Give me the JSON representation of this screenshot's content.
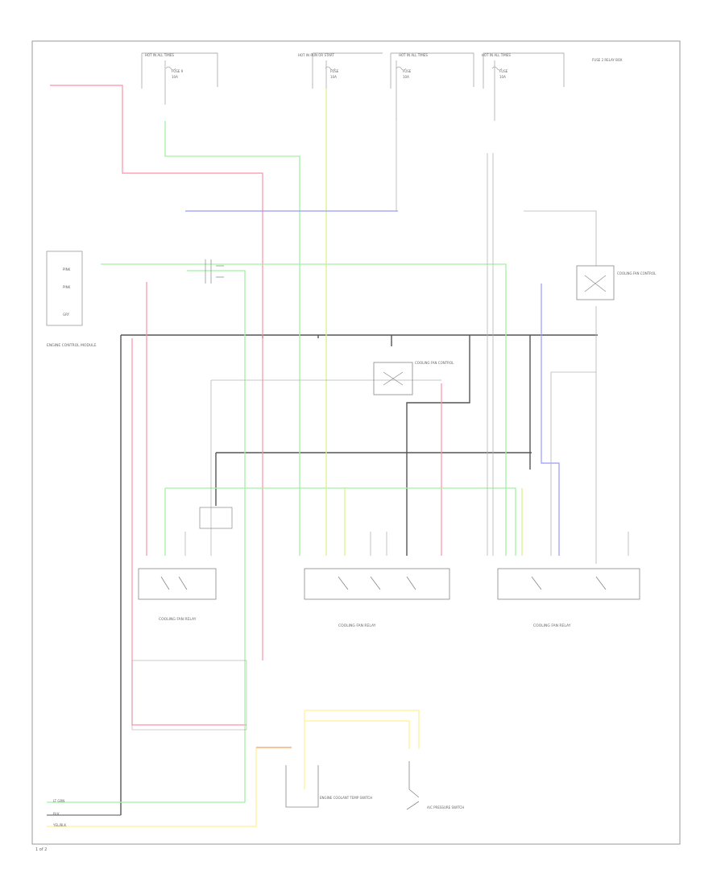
{
  "colors": {
    "frame": "#9a9a9a",
    "wire_red": "#ff8fa6",
    "wire_green": "#a4f1a4",
    "wire_yellow_green": "#d8f08a",
    "wire_blue": "#9999ff",
    "wire_yellow": "#fff3a3",
    "wire_orange": "#f5b07a",
    "wire_black": "#555555",
    "wire_gray": "#b5b5b5",
    "label": "#777777"
  },
  "fuse_boxes": [
    {
      "id": "fuse-1",
      "line1": "HOT IN ALL TIMES",
      "line2": "FUSE 9",
      "line3": "10A"
    },
    {
      "id": "fuse-2",
      "line1": "HOT IN RUN OR START",
      "line2": "FUSE",
      "line3": "10A"
    },
    {
      "id": "fuse-3",
      "line1": "HOT IN ALL TIMES",
      "line2": "FUSE",
      "line3": "10A"
    },
    {
      "id": "fuse-4",
      "line1": "HOT IN ALL TIMES",
      "line2": "FUSE",
      "line3": "10A"
    }
  ],
  "top_right_label": "FUSE 2 RELAY BOX",
  "left_connector": {
    "label": "ENGINE CONTROL MODULE",
    "pins": [
      "PINK",
      "PINK",
      "GRY"
    ]
  },
  "relays": [
    {
      "id": "relay-left",
      "label": "COOLING FAN RELAY"
    },
    {
      "id": "relay-center",
      "label": "COOLING FAN RELAY"
    },
    {
      "id": "relay-right",
      "label": "COOLING FAN RELAY"
    }
  ],
  "center_component": {
    "label": "COOLING FAN CONTROL"
  },
  "right_component": {
    "label": "COOLING FAN CONTROL"
  },
  "bottom_components": [
    {
      "id": "bottom-left",
      "label": "ENGINE COOLANT TEMP SWITCH"
    },
    {
      "id": "bottom-right",
      "label": "A/C PRESSURE SWITCH"
    }
  ],
  "bottom_left_labels": [
    "LT GRN",
    "BLK",
    "YEL/BLK"
  ],
  "page_number": "1 of 2"
}
